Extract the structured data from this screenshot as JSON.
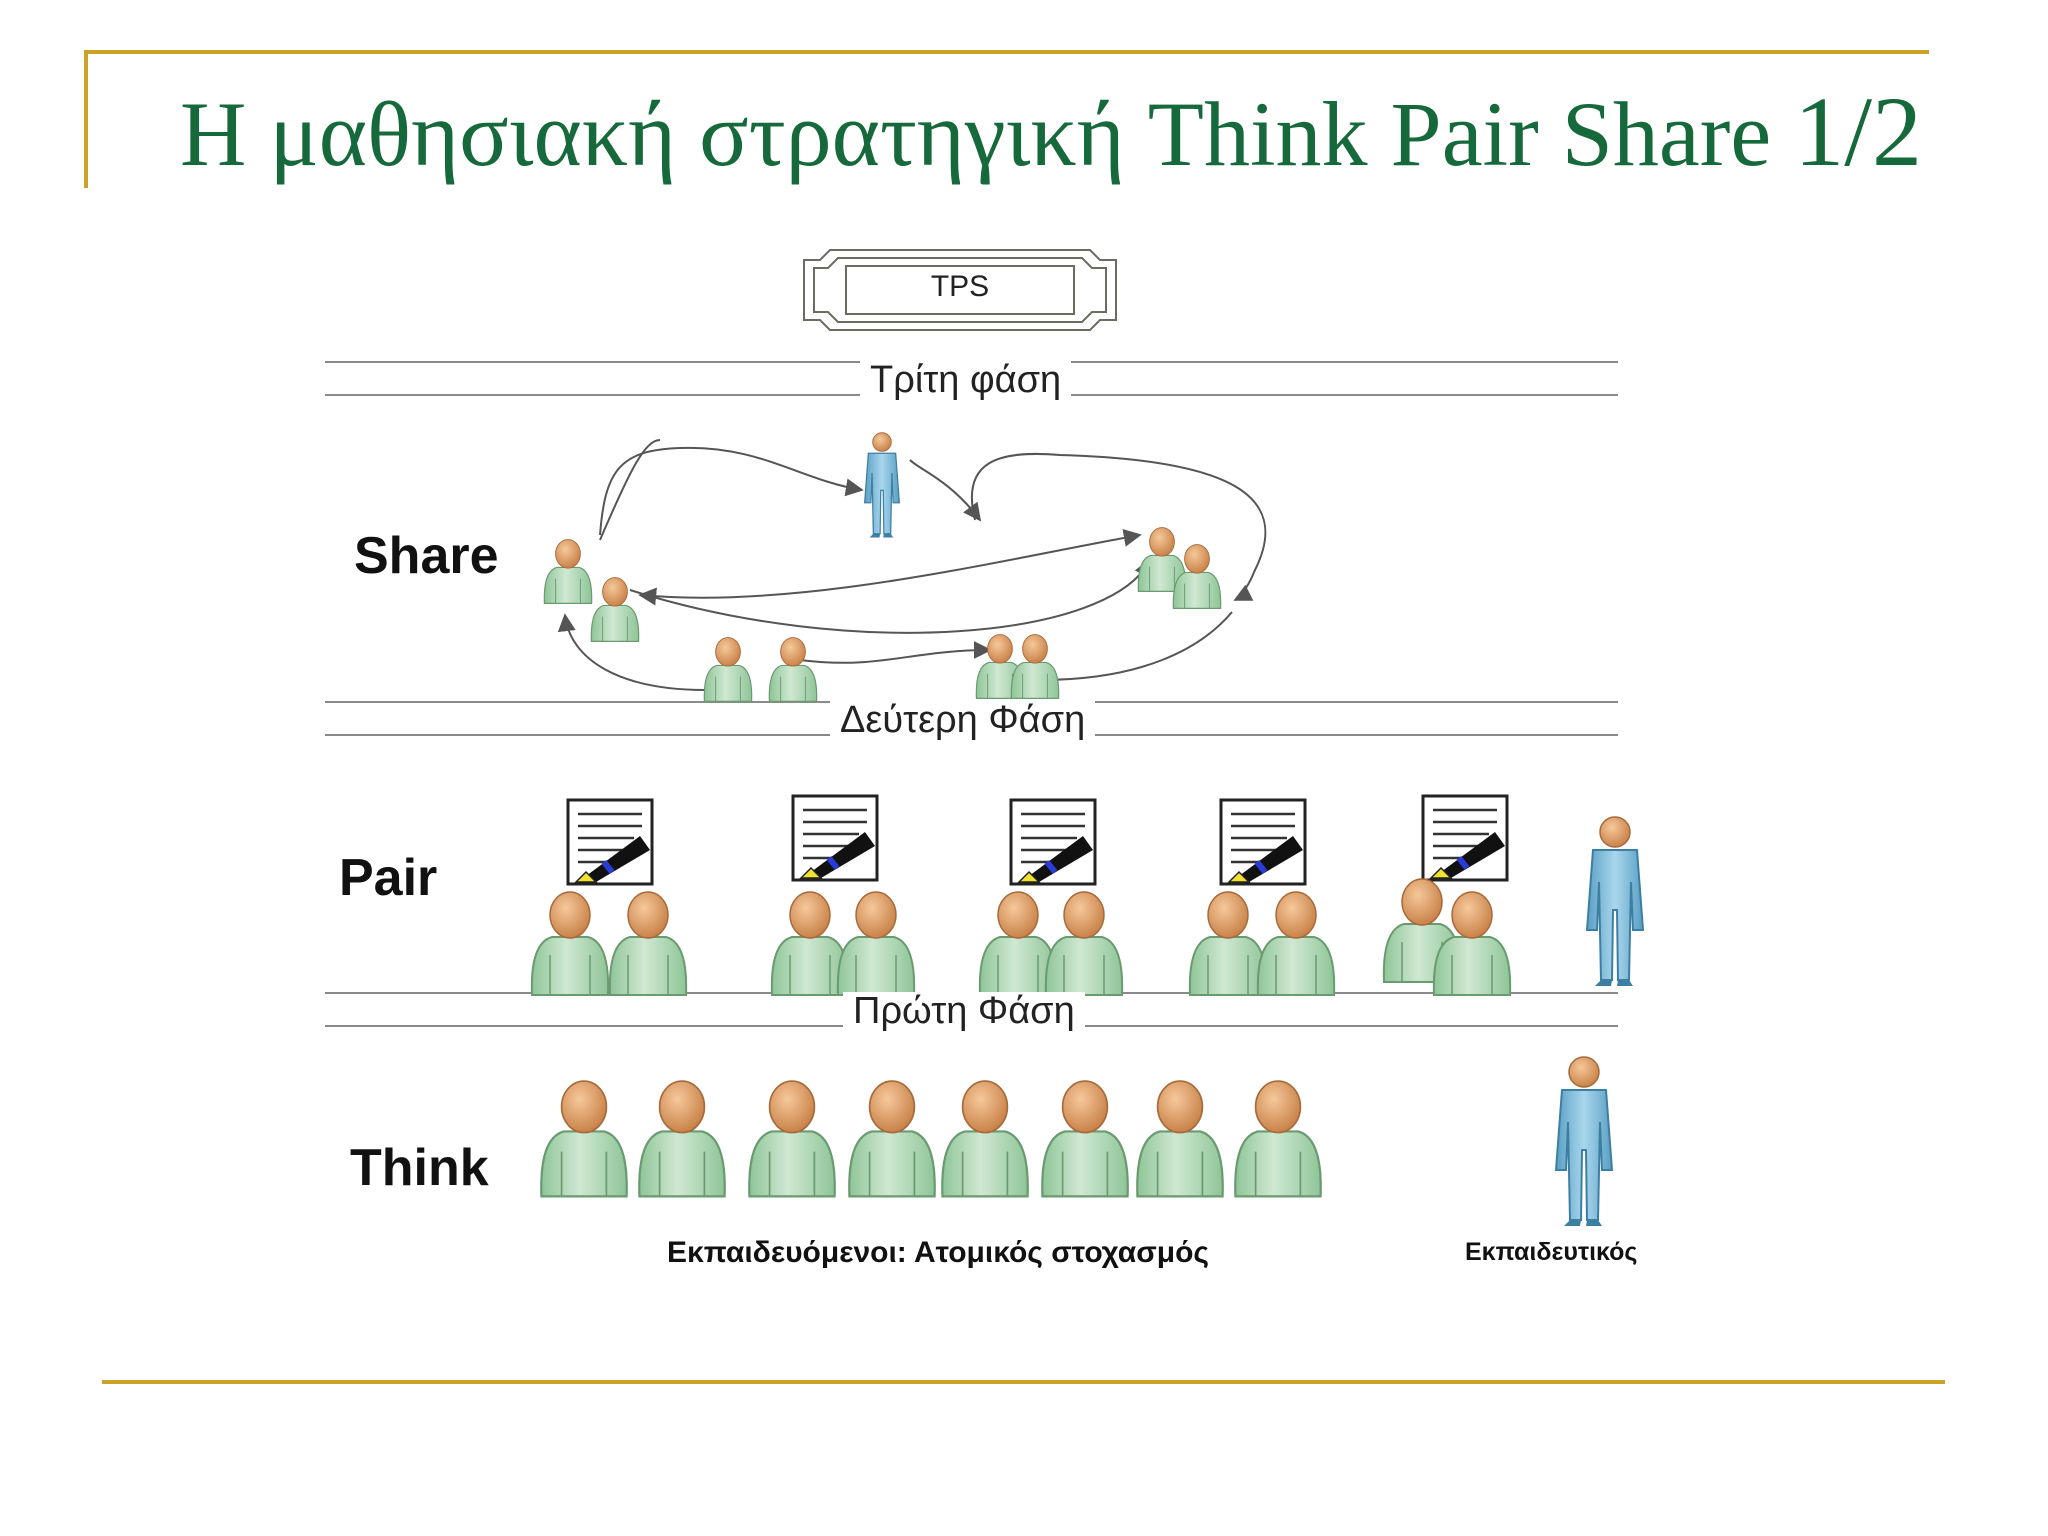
{
  "slide": {
    "title_main": "Η μαθησιακή στρατηγική  Think Pair Share ",
    "title_page": "1/2",
    "accent_color": "#c9a227",
    "title_color": "#16693a"
  },
  "diagram": {
    "box_label": "TPS",
    "phases": {
      "third": "Τρίτη φάση",
      "second": "Δεύτερη Φάση",
      "first": "Πρώτη Φάση"
    },
    "rows": {
      "share": "Share",
      "pair": "Pair",
      "think": "Think"
    },
    "captions": {
      "students": "Εκπαιδευόμενοι: Ατομικός στοχασμός",
      "teacher": "Εκπαιδευτικός"
    },
    "icons": {
      "student": "student-person-icon",
      "teacher": "teacher-figure-icon",
      "worksheet": "worksheet-pen-icon"
    },
    "colors": {
      "student_body": "#a9d4ae",
      "student_head": "#e9a96a",
      "teacher": "#7fb8d6"
    }
  }
}
